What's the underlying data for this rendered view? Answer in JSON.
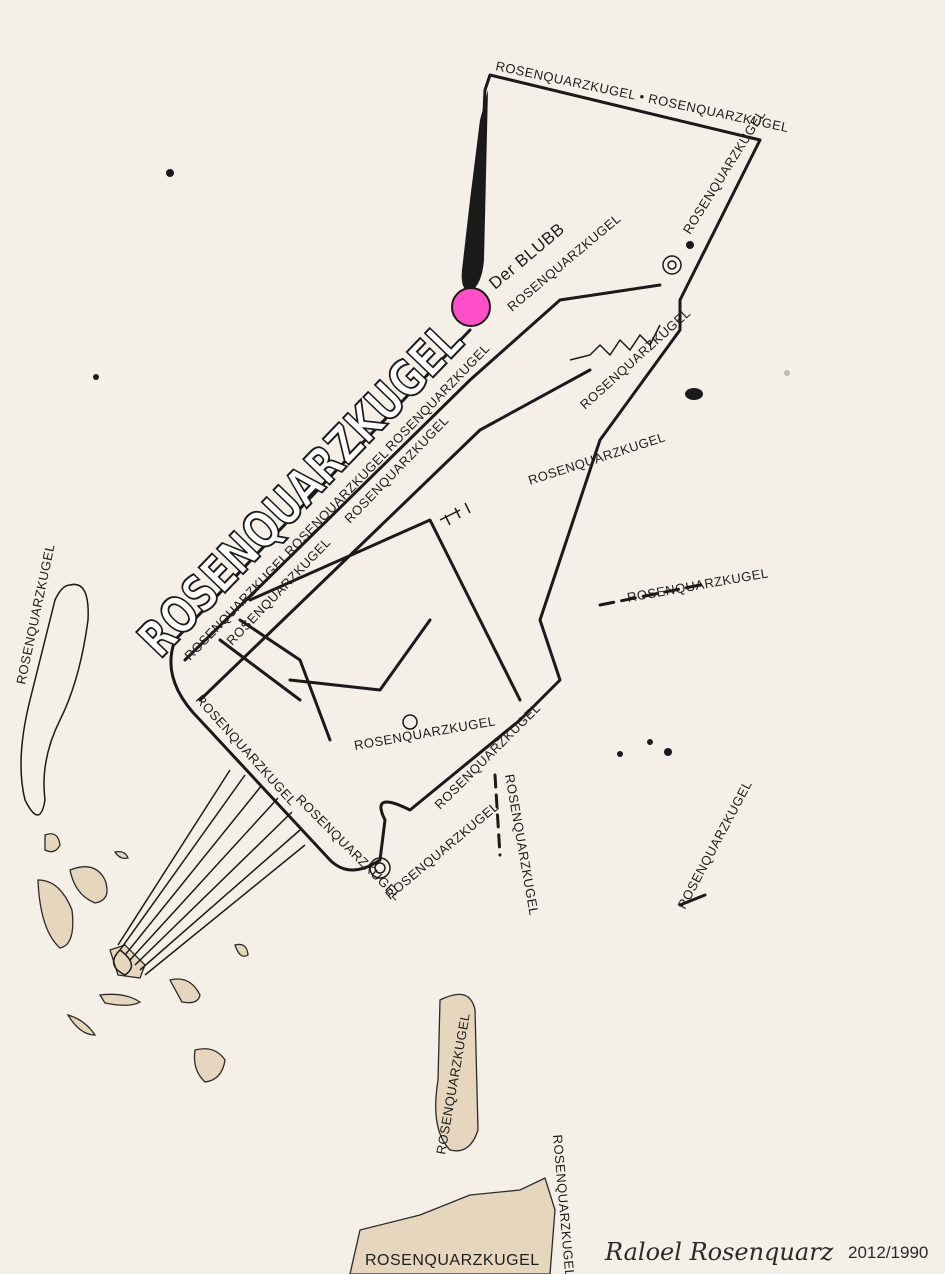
{
  "artwork": {
    "title_lettering": "ROSENQUARZKUGEL",
    "blubb_label": "Der BLUBB",
    "labels": [
      "ROSENQUARZKUGEL • ROSENQUARZKUGEL",
      "ROSENQUARZKUGEL",
      "ROSENQUARZKUGEL",
      "ROSENQUARZKUGEL",
      "ROSENQUARZKUGEL",
      "ROSENQUARZKUGEL",
      "ROSENQUARZKUGEL",
      "ROSENQUARZKUGEL",
      "ROSENQUARZKUGEL",
      "ROSENQUARZKUGEL",
      "ROSENQUARZKUGEL",
      "ROSENQUARZKUGEL",
      "ROSENQUARZKUGEL",
      "ROSENQUARZKUGEL",
      "ROSENQUARZKUGEL",
      "ROSENQUARZKUGEL",
      "ROSENQUARZKUGEL",
      "ROSENQUARZKUGEL",
      "ROSENQUARZKUGEL",
      "ROSENQUARZKUGEL",
      "ROSENQUARZKUGEL",
      "ROSENQUARZKUGEL"
    ],
    "signature": "Raloel Rosenquarz",
    "date": "2012/1990",
    "colors": {
      "paper": "#f4f0e7",
      "ink": "#1a1a1a",
      "pink": "#ff4fc8",
      "stain": "#e6d6bd"
    }
  }
}
